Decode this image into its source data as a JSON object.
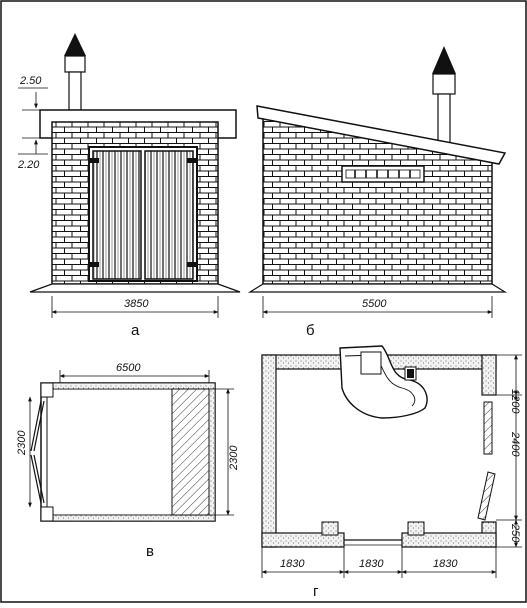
{
  "views": {
    "a": {
      "caption": "а",
      "level_upper": "2.50",
      "level_lower": "2.20",
      "width": "3850"
    },
    "b": {
      "caption": "б",
      "width": "5500"
    },
    "v": {
      "caption": "в",
      "length": "6500",
      "depth_left": "2300",
      "depth_right": "2300"
    },
    "g": {
      "caption": "г",
      "bottom_dims": [
        "1830",
        "1830",
        "1830"
      ],
      "right_dims": [
        "1200",
        "2400",
        "250"
      ]
    }
  },
  "colors": {
    "line": "#111111",
    "hatch": "#333333",
    "paper": "#ffffff"
  }
}
